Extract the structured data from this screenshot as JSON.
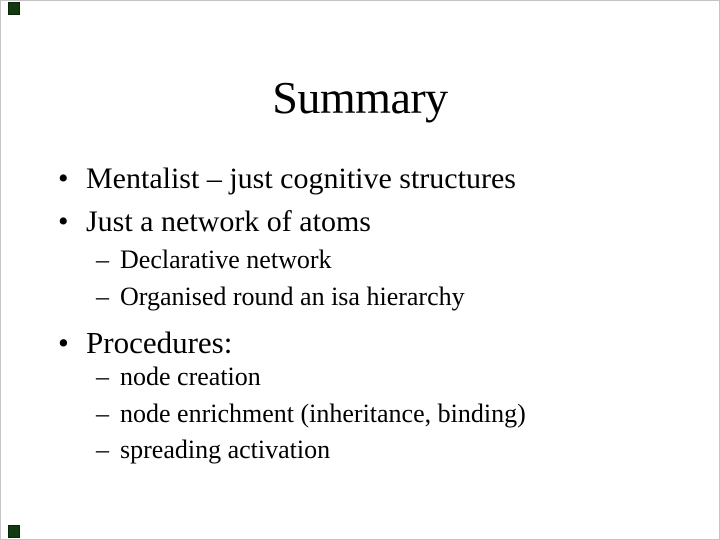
{
  "slide": {
    "title": "Summary",
    "bullets": [
      {
        "level": 1,
        "marker": "•",
        "text": "Mentalist – just cognitive structures"
      },
      {
        "level": 1,
        "marker": "•",
        "text": "Just a network of atoms"
      },
      {
        "level": 2,
        "marker": "–",
        "text": "Declarative network"
      },
      {
        "level": 2,
        "marker": "–",
        "text": "Organised round an isa hierarchy"
      },
      {
        "level": 1,
        "marker": "•",
        "text": "Procedures:"
      },
      {
        "level": 2,
        "marker": "–",
        "text": "node creation"
      },
      {
        "level": 2,
        "marker": "–",
        "text": "node enrichment (inheritance, binding)"
      },
      {
        "level": 2,
        "marker": "–",
        "text": "spreading activation"
      }
    ],
    "colors": {
      "background": "#ffffff",
      "text": "#000000",
      "frame_border": "#c4c4c4",
      "selection_handle": "#113a11"
    }
  }
}
